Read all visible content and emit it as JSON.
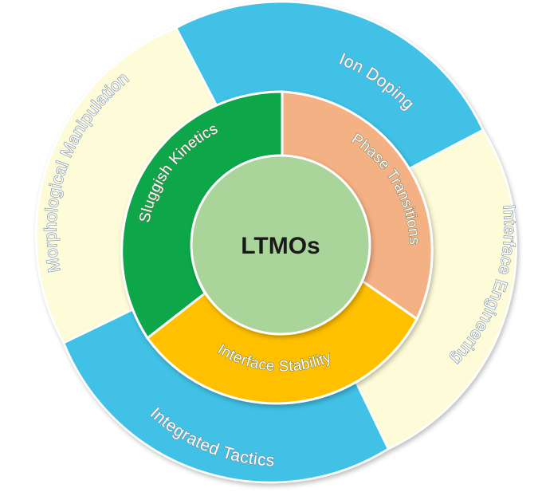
{
  "center": {
    "label": "LTMOs",
    "color": "#a9d49a"
  },
  "inner_ring": [
    {
      "label": "Sluggish Kinetics",
      "color": "#0aa64a"
    },
    {
      "label": "Phase Transitions",
      "color": "#f4b183"
    },
    {
      "label": "Interface Stability",
      "color": "#ffc000"
    }
  ],
  "outer_ring": [
    {
      "label": "Ion Doping",
      "color": "#41c1e5"
    },
    {
      "label": "Interface Engineering",
      "color": "#fefbd8"
    },
    {
      "label": "Integrated Tactics",
      "color": "#41c1e5"
    },
    {
      "label": "Morphological Manipulation",
      "color": "#fefbd8"
    }
  ]
}
